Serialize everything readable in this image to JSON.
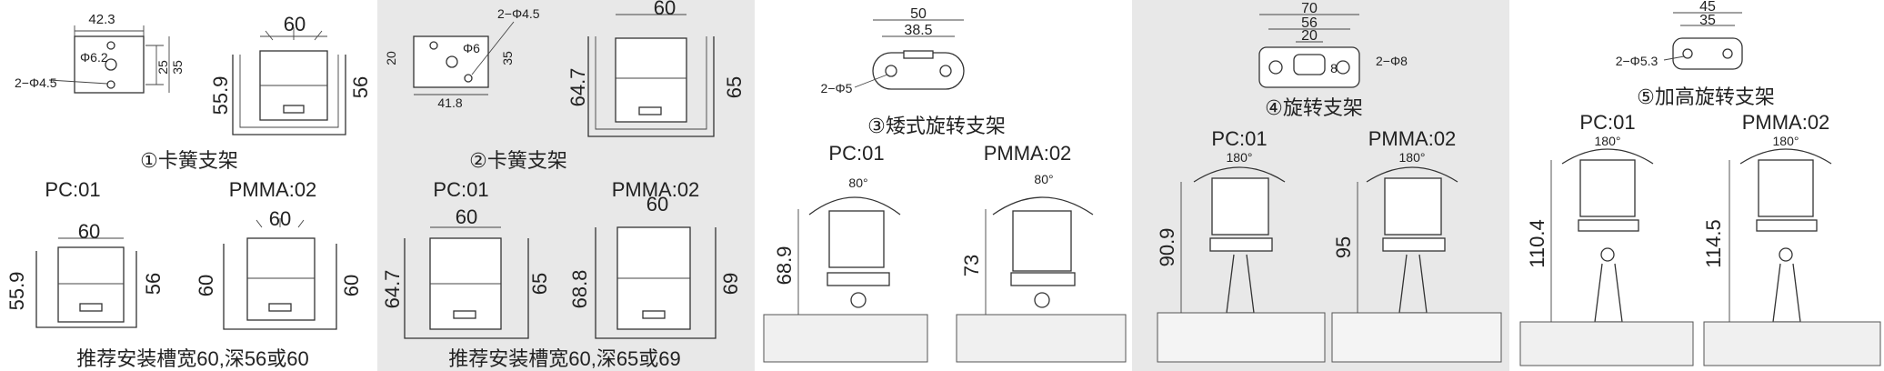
{
  "colors": {
    "panel_light": "#ffffff",
    "panel_gray": "#e8e8e8",
    "line": "#333333",
    "text": "#222222"
  },
  "panels": [
    {
      "title": "①卡簧支架",
      "top_dims": {
        "w1": "42.3",
        "hole": "Φ6.2",
        "holes": "2−Φ4.5",
        "h1": "25",
        "h2": "35"
      },
      "top_fixture": {
        "w": "60",
        "h1": "55.9",
        "h2": "56"
      },
      "pc": "PC:01",
      "pmma": "PMMA:02",
      "pc_fixture": {
        "w": "60",
        "h1": "55.9",
        "h2": "56"
      },
      "pmma_fixture": {
        "w": "60",
        "h1": "60",
        "h2": "60"
      },
      "caption": "推荐安装槽宽60,深56或60"
    },
    {
      "title": "②卡簧支架",
      "top_dims": {
        "holes": "2−Φ4.5",
        "hole": "Φ6",
        "h1": "20",
        "h2": "35",
        "w1": "41.8"
      },
      "top_fixture": {
        "w": "60",
        "h1": "64.7",
        "h2": "65"
      },
      "pc": "PC:01",
      "pmma": "PMMA:02",
      "pc_fixture": {
        "w": "60",
        "h1": "64.7",
        "h2": "65"
      },
      "pmma_fixture": {
        "w": "60",
        "h1": "68.8",
        "h2": "69"
      },
      "caption": "推荐安装槽宽60,深65或69"
    },
    {
      "title": "③矮式旋转支架",
      "top_dims": {
        "w1": "50",
        "w2": "38.5",
        "holes": "2−Φ5"
      },
      "pc": "PC:01",
      "pmma": "PMMA:02",
      "pc_fixture": {
        "angle": "80°",
        "h": "68.9"
      },
      "pmma_fixture": {
        "angle": "80°",
        "h": "73"
      }
    },
    {
      "title": "④旋转支架",
      "top_dims": {
        "w1": "70",
        "w2": "56",
        "w3": "20",
        "h": "8",
        "holes": "2−Φ8"
      },
      "pc": "PC:01",
      "pmma": "PMMA:02",
      "pc_fixture": {
        "angle": "180°",
        "h": "90.9"
      },
      "pmma_fixture": {
        "angle": "180°",
        "h": "95"
      }
    },
    {
      "title": "⑤加高旋转支架",
      "top_dims": {
        "w1": "45",
        "w2": "35",
        "holes": "2−Φ5.3"
      },
      "pc": "PC:01",
      "pmma": "PMMA:02",
      "pc_fixture": {
        "angle": "180°",
        "h": "110.4"
      },
      "pmma_fixture": {
        "angle": "180°",
        "h": "114.5"
      }
    }
  ]
}
